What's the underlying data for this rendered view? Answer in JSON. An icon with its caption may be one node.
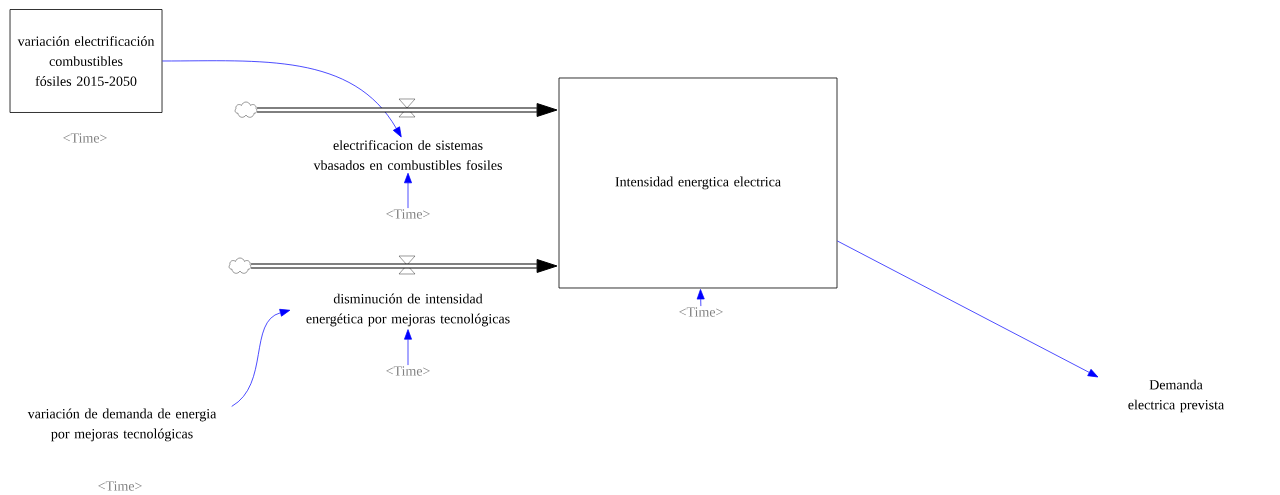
{
  "diagram": {
    "nodes": [
      {
        "text": [
          "variación electrificación combustibles fósiles 2015-2050"
        ]
      },
      {
        "text": [],
        "shape": "cloud"
      },
      {
        "text": [
          "electrificacion de sistemas vbasados en combustibles fosiles"
        ]
      },
      {
        "text": [
          "<Time>"
        ]
      },
      {
        "text": [
          "Intensidad energtica electrica"
        ]
      },
      {
        "text": [],
        "shape": "cloud"
      },
      {
        "text": [
          "disminución de intensidad energética por mejoras tecnológicas"
        ]
      },
      {
        "text": [
          "<Time>"
        ]
      },
      {
        "text": [
          "<Time>"
        ]
      },
      {
        "text": [
          "variación de demanda de energia por mejoras tecnológicas"
        ]
      },
      {
        "text": [
          "Demanda electrica prevista"
        ]
      }
    ],
    "edges": [
      {
        "from": 0,
        "to": 2,
        "arrow": "to"
      },
      {
        "from": 1,
        "to": 4,
        "arrow": "to",
        "style": "thick",
        "color": "#000000"
      },
      {
        "from": 3,
        "to": 2,
        "arrow": "to"
      },
      {
        "from": 5,
        "to": 4,
        "arrow": "to",
        "style": "thick",
        "color": "#000000"
      },
      {
        "from": 9,
        "to": 6,
        "arrow": "to"
      },
      {
        "from": 7,
        "to": 6,
        "arrow": "to"
      },
      {
        "from": 8,
        "to": 4,
        "arrow": "to"
      },
      {
        "from": 4,
        "to": 10,
        "arrow": "to"
      }
    ],
    "labels": [
      "<Time>",
      "<Time>"
    ]
  }
}
